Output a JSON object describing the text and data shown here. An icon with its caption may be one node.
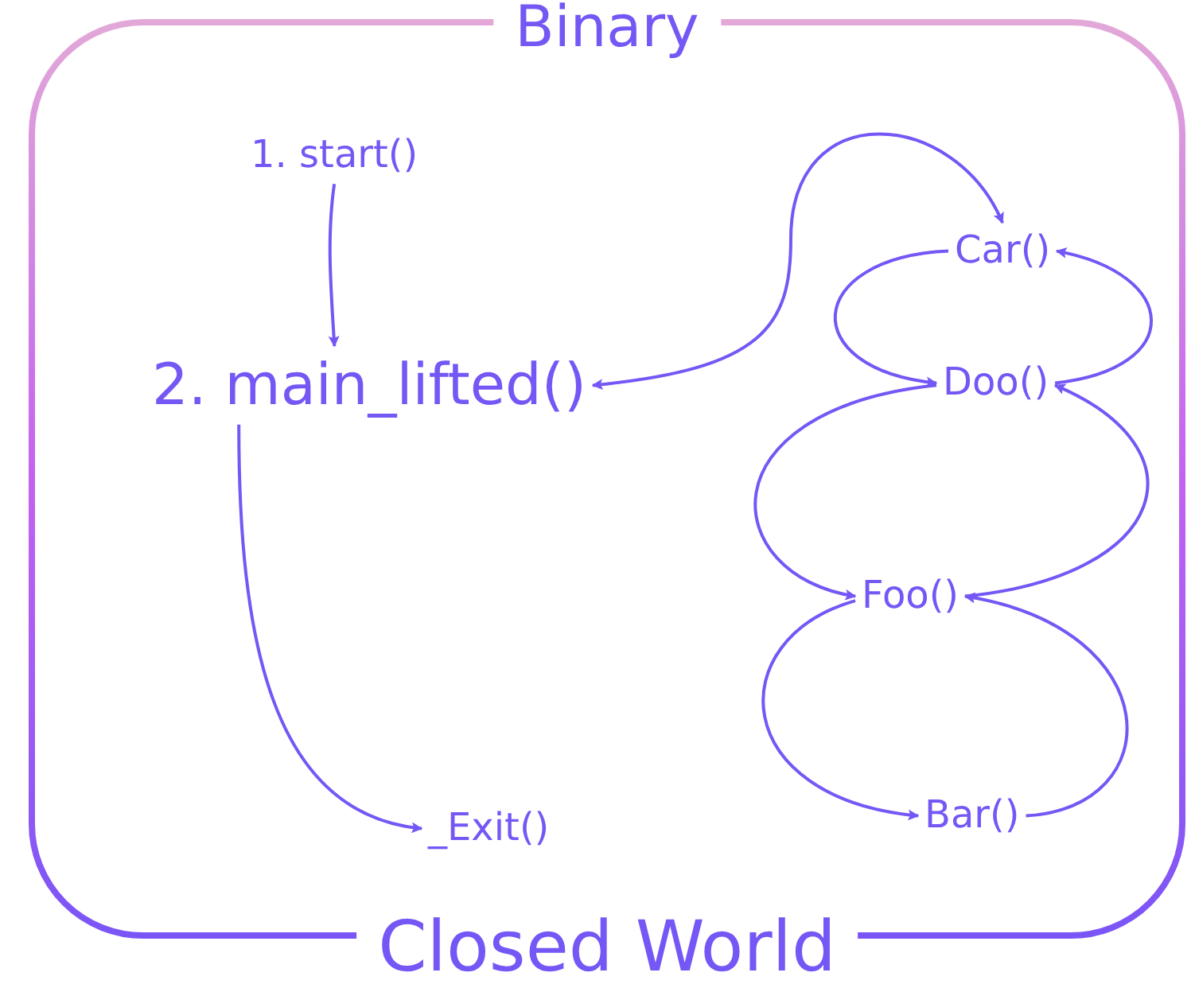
{
  "diagram": {
    "nodes": [
      {
        "text": [
          "Binary",
          "Closed World"
        ]
      },
      {
        "text": [
          "1. start()"
        ],
        "in": 0
      },
      {
        "text": [
          "2. main_lifted()"
        ],
        "in": 0
      },
      {
        "text": [
          "_Exit()"
        ],
        "in": 0
      },
      {
        "text": [
          "Car()"
        ],
        "in": 0
      },
      {
        "text": [
          "Doo()"
        ],
        "in": 0
      },
      {
        "text": [
          "Foo()"
        ],
        "in": 0
      },
      {
        "text": [
          "Bar()"
        ],
        "in": 0
      }
    ],
    "edges": [
      {
        "from": 1,
        "to": 2,
        "arrow": "to"
      },
      {
        "from": 2,
        "to": 4,
        "arrow": "both"
      },
      {
        "from": 4,
        "to": 5,
        "arrow": "to"
      },
      {
        "from": 5,
        "to": 4,
        "arrow": "to"
      },
      {
        "from": 5,
        "to": 6,
        "arrow": "to"
      },
      {
        "from": 6,
        "to": 5,
        "arrow": "to"
      },
      {
        "from": 6,
        "to": 7,
        "arrow": "to"
      },
      {
        "from": 7,
        "to": 6,
        "arrow": "to"
      },
      {
        "from": 2,
        "to": 3,
        "arrow": "to"
      }
    ]
  }
}
